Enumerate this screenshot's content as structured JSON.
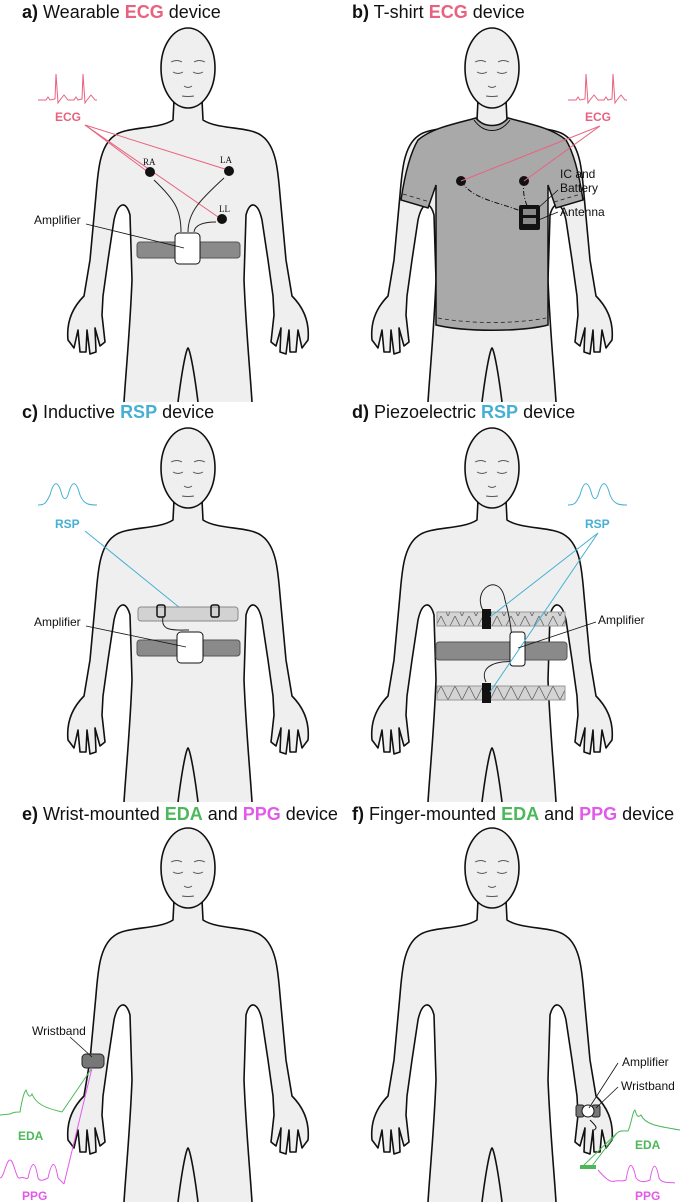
{
  "colors": {
    "ECG": "#e8627f",
    "RSP": "#45b0d3",
    "EDA": "#4cb85a",
    "PPG": "#e25be8",
    "belt": "#8a8a8a",
    "shirt": "#a9a9a9"
  },
  "panels": {
    "a": {
      "letter": "a)",
      "pre": " Wearable ",
      "signal": "ECG",
      "post": " device",
      "signal_label": "ECG",
      "amplifier": "Amplifier",
      "RA": "RA",
      "LA": "LA",
      "LL": "LL"
    },
    "b": {
      "letter": "b)",
      "pre": " T-shirt ",
      "signal": "ECG",
      "post": " device",
      "signal_label": "ECG",
      "ic_line1": "IC and",
      "ic_line2": "Battery",
      "antenna": "Antenna"
    },
    "c": {
      "letter": "c)",
      "pre": " Inductive ",
      "signal": "RSP",
      "post": " device",
      "signal_label": "RSP",
      "amplifier": "Amplifier"
    },
    "d": {
      "letter": "d)",
      "pre": " Piezoelectric ",
      "signal": "RSP",
      "post": " device",
      "signal_label": "RSP",
      "amplifier": "Amplifier"
    },
    "e": {
      "letter": "e)",
      "pre": " Wrist-mounted ",
      "signal": "EDA",
      "mid": " and ",
      "signal2": "PPG",
      "post": " device",
      "wristband": "Wristband",
      "eda_label": "EDA",
      "ppg_label": "PPG"
    },
    "f": {
      "letter": "f)",
      "pre": " Finger-mounted ",
      "signal": "EDA",
      "mid": " and ",
      "signal2": "PPG",
      "post": " device",
      "amplifier": "Amplifier",
      "wristband": "Wristband",
      "eda_label": "EDA",
      "ppg_label": "PPG"
    }
  }
}
